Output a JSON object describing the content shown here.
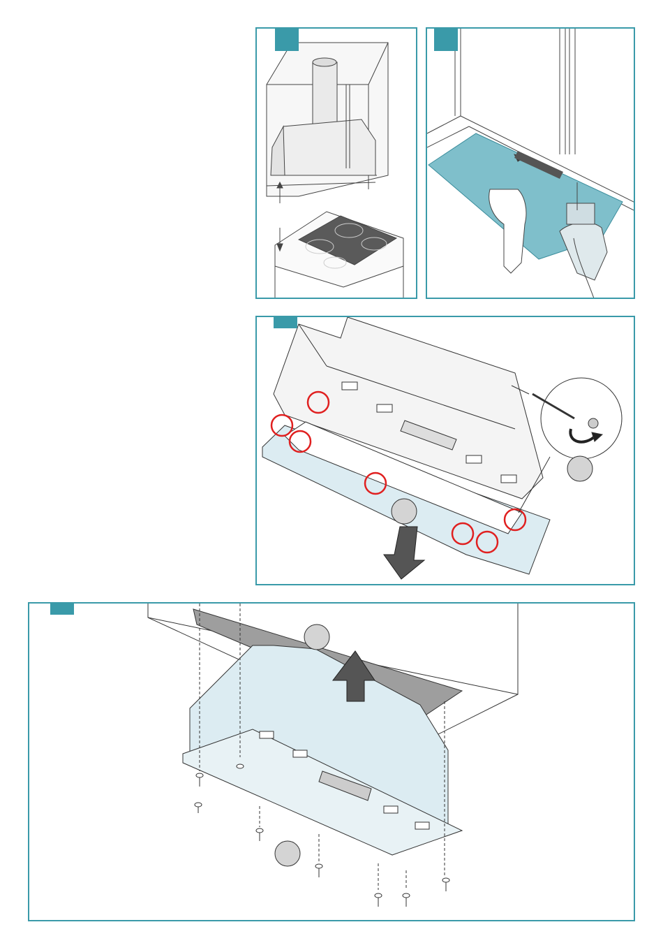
{
  "colors": {
    "frame": "#3a9aa9",
    "tag": "#3a9aa9",
    "glass_tint": "#dcecf2",
    "mat": "#7fbfcb",
    "highlight_circle": "#e02020",
    "hob": "#555555",
    "cabinet_line": "#333333",
    "callout_circle": "#d4d4d4"
  },
  "panels": [
    {
      "id": "p1",
      "content": "hood-over-hob-diagram"
    },
    {
      "id": "p2",
      "content": "cutting-mat-drill-diagram"
    },
    {
      "id": "p3",
      "content": "filter-frame-removal-diagram"
    },
    {
      "id": "p4",
      "content": "hood-screw-mounting-diagram"
    }
  ]
}
